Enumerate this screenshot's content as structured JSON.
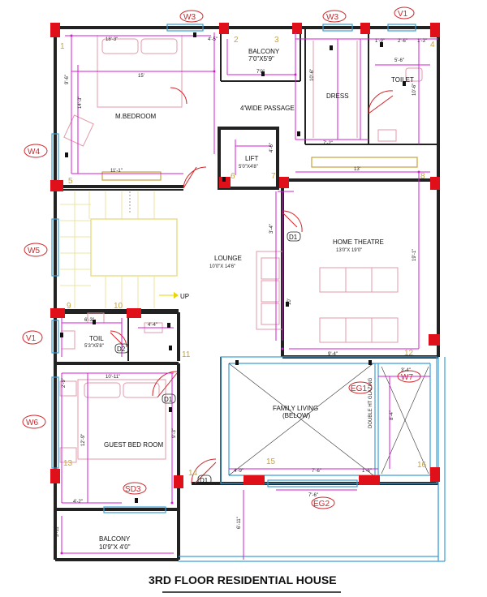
{
  "title": "3RD FLOOR RESIDENTIAL HOUSE",
  "rooms": {
    "master_bedroom": "M.BEDROOM",
    "balcony_top": "BALCONY",
    "balcony_top_dim": "7'0\"X5'9\"",
    "passage": "4'WIDE PASSAGE",
    "dress": "DRESS",
    "toilet_top": "TOILET",
    "lift": "LIFT",
    "lift_dim": "5'0\"X4'8\"",
    "lounge": "LOUNGE",
    "lounge_dim": "10'0\"X 14'6\"",
    "home_theatre": "HOME THEATRE",
    "home_theatre_dim": "13'0\"X 19'0\"",
    "toilet_guest": "TOIL",
    "toilet_guest_dim": "5'3\"X5'8\"",
    "family_living": "FAMILY LIVING",
    "family_living_sub": "(BELOW)",
    "guest_bedroom": "GUEST BED ROOM",
    "balcony_bottom": "BALCONY",
    "balcony_bottom_dim": "10'9\"X 4'0\"",
    "up": "UP"
  },
  "tags": {
    "w3_left": "W3",
    "w3_right": "W3",
    "v1_top": "V1",
    "w4": "W4",
    "w5": "W5",
    "v1_left": "V1",
    "w6": "W6",
    "w7": "W7",
    "eg1": "EG1",
    "eg2": "EG2",
    "sd3": "SD3",
    "d1_lounge": "D1",
    "d1_guest": "D1",
    "d1_bottom": "D1",
    "d2": "D2"
  },
  "numbers": {
    "n1": "1",
    "n2": "2",
    "n3": "3",
    "n4": "4",
    "n5": "5",
    "n6": "6",
    "n7": "7",
    "n8": "8",
    "n9": "9",
    "n10": "10",
    "n11": "11",
    "n12": "12",
    "n13": "13",
    "n14": "14",
    "n15": "15",
    "n16": "16"
  },
  "dims": {
    "mb_width": "18'-3\"",
    "mb_inner": "15'",
    "mb_height": "14'-3\"",
    "mb_left": "9'-6\"",
    "mb_bottom": "11'-1\"",
    "bal_w": "7'0\"",
    "dress_h": "10'-6\"",
    "toilet_w": "5'-6\"",
    "toilet_h": "10'-6\"",
    "dress_bottom": "7'-2\"",
    "ht_w": "13'",
    "ht_h": "19'-1\"",
    "lounge_h": "10'",
    "lounge_side": "3'-4\"",
    "ht_bottom": "9'-4\"",
    "guest_top": "10'-11\"",
    "guest_h": "12'-9\"",
    "guest_bottom": "4'-2\"",
    "bal_bottom_h": "3'-11\"",
    "fl_left": "4'-9\"",
    "fl_mid": "7'-6\"",
    "fl_right": "1'-6\"",
    "eg2_w": "7'-6\"",
    "stair_drop": "6'-11\"",
    "toil_w": "6'-3\"",
    "toil_sub": "4'-4\"",
    "w7_h": "8'-4\"",
    "w7_w": "3'-4\"",
    "guest_side": "2'-9\"",
    "mid_h": "4'-6\"",
    "top_a": "4'-5\"",
    "top_b": "1'-9\"",
    "top_c": "2'-6\"",
    "top_d": "1'-3\"",
    "fl_void": "DOUBLE HT GLAZING",
    "guest_right": "9'-3\""
  }
}
